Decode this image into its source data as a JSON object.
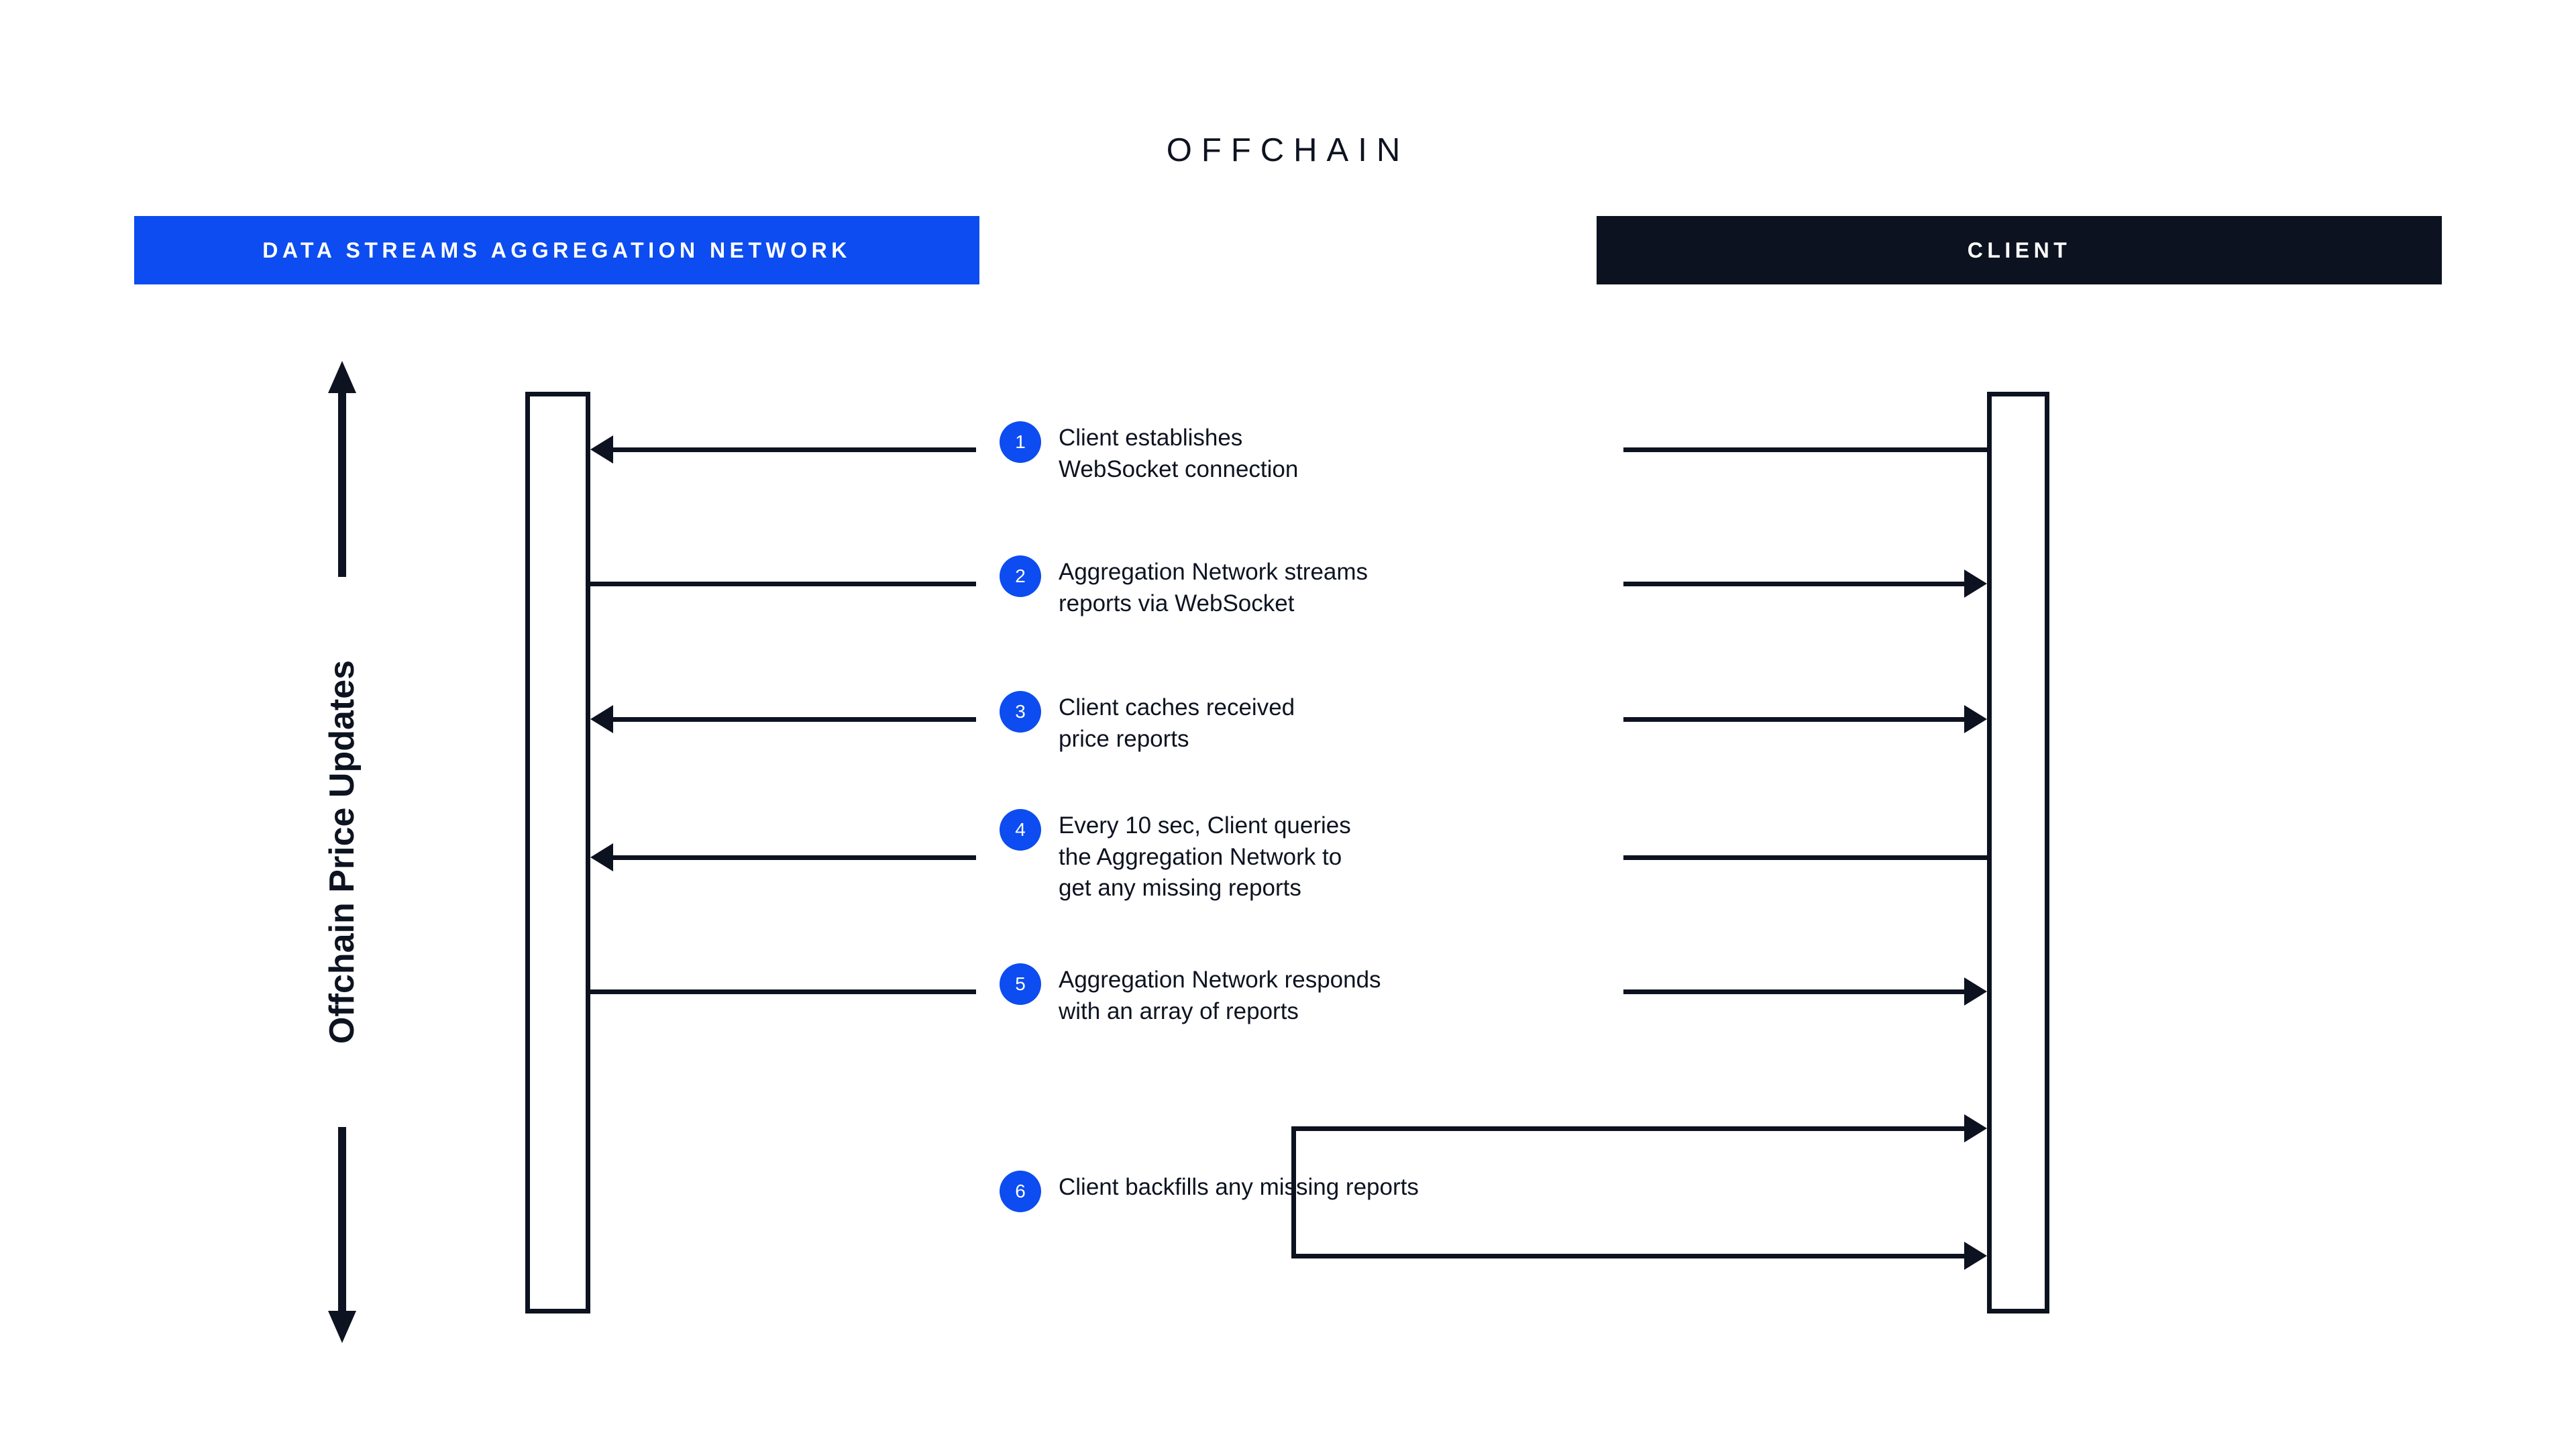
{
  "diagram": {
    "title": "OFFCHAIN",
    "axis_label": "Offchain Price Updates",
    "colors": {
      "accent_blue": "#0c4cf0",
      "dark": "#0d1220",
      "line": "#0d1220",
      "background": "#ffffff"
    }
  },
  "actors": [
    {
      "id": "aggregation-network",
      "label": "DATA STREAMS AGGREGATION NETWORK",
      "bar_color": "#0c4cf0"
    },
    {
      "id": "client",
      "label": "CLIENT",
      "bar_color": "#0d1220"
    }
  ],
  "steps": [
    {
      "number": "1",
      "text": "Client establishes\nWebSocket connection",
      "left_arrow": "left",
      "right_arrow": "none"
    },
    {
      "number": "2",
      "text": "Aggregation Network streams\nreports via WebSocket",
      "left_arrow": "none",
      "right_arrow": "right"
    },
    {
      "number": "3",
      "text": "Client caches received\nprice reports",
      "left_arrow": "left",
      "right_arrow": "right"
    },
    {
      "number": "4",
      "text": "Every 10 sec, Client queries\nthe Aggregation Network to\nget any missing reports",
      "left_arrow": "left",
      "right_arrow": "none"
    },
    {
      "number": "5",
      "text": "Aggregation Network responds\nwith an array of reports",
      "left_arrow": "none",
      "right_arrow": "right"
    },
    {
      "number": "6",
      "text": "Client backfills any missing reports",
      "left_arrow": "none",
      "right_arrow": "none"
    }
  ]
}
